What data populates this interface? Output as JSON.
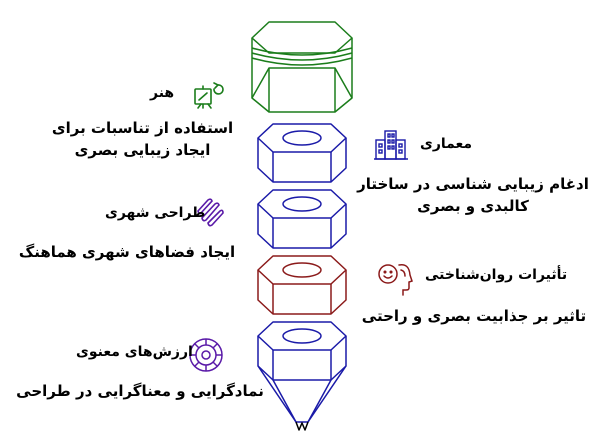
{
  "colors": {
    "green": "#1b7d1b",
    "blue": "#1a1aa8",
    "maroon": "#8b1a1a",
    "purple": "#5a1aa8",
    "text": "#000000"
  },
  "items": {
    "art": {
      "title": "هنر",
      "desc_line1": "استفاده از تناسبات برای",
      "desc_line2": "ایجاد زیبایی بصری",
      "icon": "easel-icon"
    },
    "architecture": {
      "title": "معماری",
      "desc_line1": "ادغام زیبایی شناسی در ساختار",
      "desc_line2": "کالبدی و بصری",
      "icon": "buildings-icon"
    },
    "urban": {
      "title": "طراحی شهری",
      "desc_line1": "ایجاد فضاهای شهری هماهنگ",
      "icon": "pattern-icon"
    },
    "psychology": {
      "title": "تأثیرات روان‌شناختی",
      "desc_line1": "تاثیر بر جذابیت بصری و راحتی",
      "icon": "head-smile-icon"
    },
    "meaning": {
      "title": "ارزش‌های معنوی",
      "desc_line1": "نمادگرایی و معناگرایی در طراحی",
      "icon": "compass-icon"
    }
  }
}
